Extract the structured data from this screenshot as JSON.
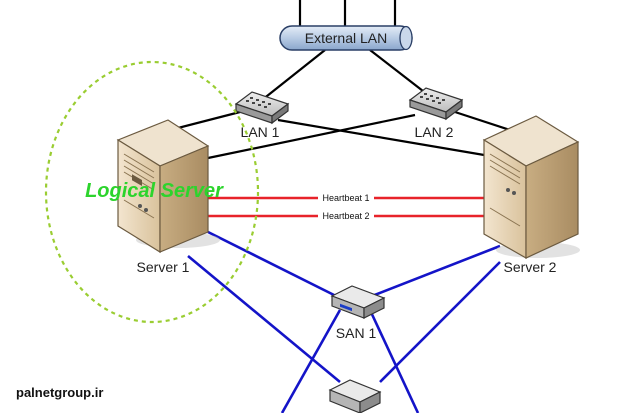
{
  "diagram": {
    "external_lan": "External LAN",
    "lan1": "LAN 1",
    "lan2": "LAN 2",
    "heartbeat1": "Heartbeat 1",
    "heartbeat2": "Heartbeat 2",
    "logical_server": "Logical Server",
    "server1": "Server 1",
    "server2": "Server 2",
    "san1": "SAN 1"
  },
  "watermark": "palnetgroup.ir",
  "colors": {
    "lan_links": "#000000",
    "heartbeat_links": "#e8232a",
    "san_links": "#1414c8",
    "logical_outline": "#9acd32",
    "logical_text": "#2cd42c",
    "bus_fill": "#a9bfdc"
  }
}
